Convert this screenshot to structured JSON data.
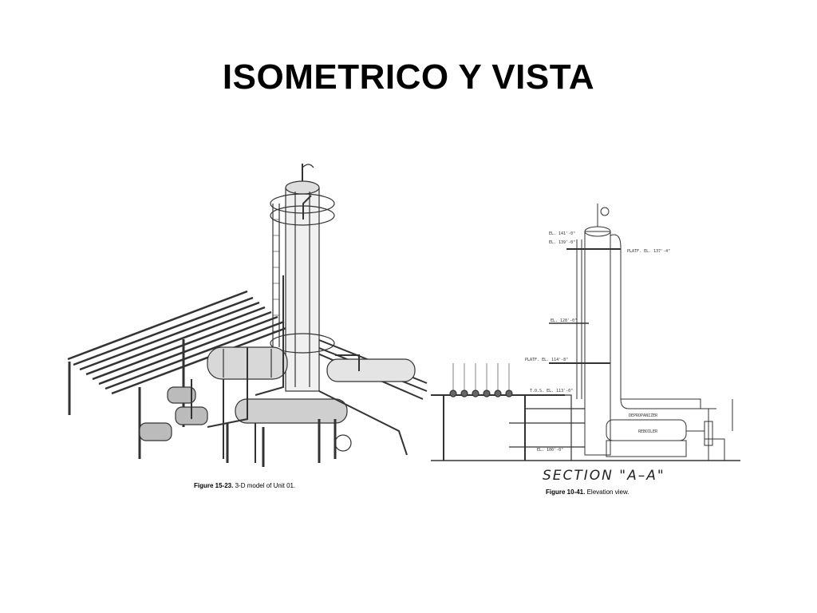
{
  "slide": {
    "title": "ISOMETRICO Y VISTA"
  },
  "figures": [
    {
      "id": "iso",
      "caption_number": "Figure 15-23.",
      "caption_text": "3-D model of Unit 01."
    },
    {
      "id": "elev",
      "caption_number": "Figure 10-41.",
      "caption_text": "Elevation view.",
      "section_label": "SECTION \"A–A\"",
      "labels": {
        "deprop": "DEPROPANIZER",
        "reboiler": "REBOILER",
        "platf_top": "PLATF. EL. 137'-4\"",
        "platf_mid": "PLATF. EL. 114'-8\"",
        "el_141": "EL. 141'-0\"",
        "el_139": "EL. 139'-0\"",
        "el_128": "EL. 128'-0\"",
        "tos": "T.O.S. EL. 113'-0\"",
        "el_100": "EL. 100'-0\""
      }
    }
  ]
}
